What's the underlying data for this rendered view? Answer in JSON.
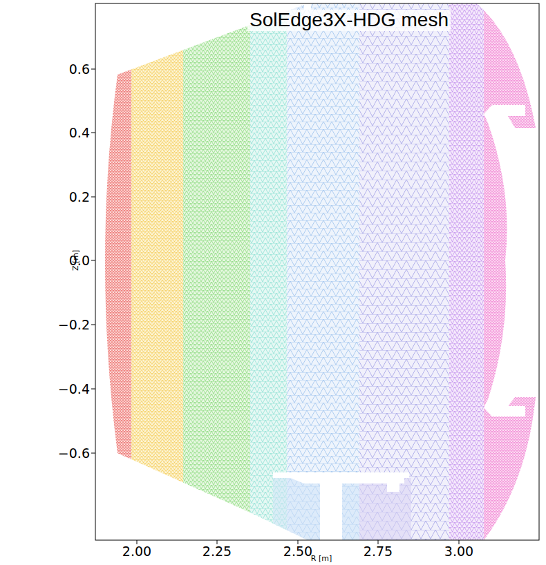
{
  "diagram": {
    "title": "SolEdge3X-HDG mesh",
    "labels": [
      "0.6",
      "0.4",
      "0.2",
      "0.0",
      "−0.2",
      "−0.4",
      "−0.6",
      "2.00",
      "2.25",
      "2.50",
      "2.75",
      "3.00",
      "Z [m]",
      "R [m]"
    ]
  }
}
